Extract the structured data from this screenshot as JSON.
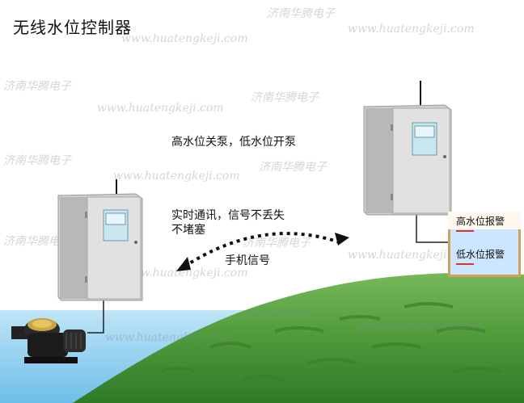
{
  "title": "无线水位控制器",
  "labels": {
    "pump_rule": "高水位关泵，低水位开泵",
    "realtime_line1": "实时通讯，信号不丢失",
    "realtime_line2": "不堵塞",
    "phone_signal": "手机信号"
  },
  "tank": {
    "high_alarm": "高水位报警",
    "low_alarm": "低水位报警"
  },
  "watermark": {
    "cn": "济南华腾电子",
    "url": "www.huatengkeji.com"
  },
  "colors": {
    "grass": "#4f9a3a",
    "water": "#8fcdf0",
    "cabinet": "#d9d9d9",
    "display": "#c8e6ef"
  }
}
